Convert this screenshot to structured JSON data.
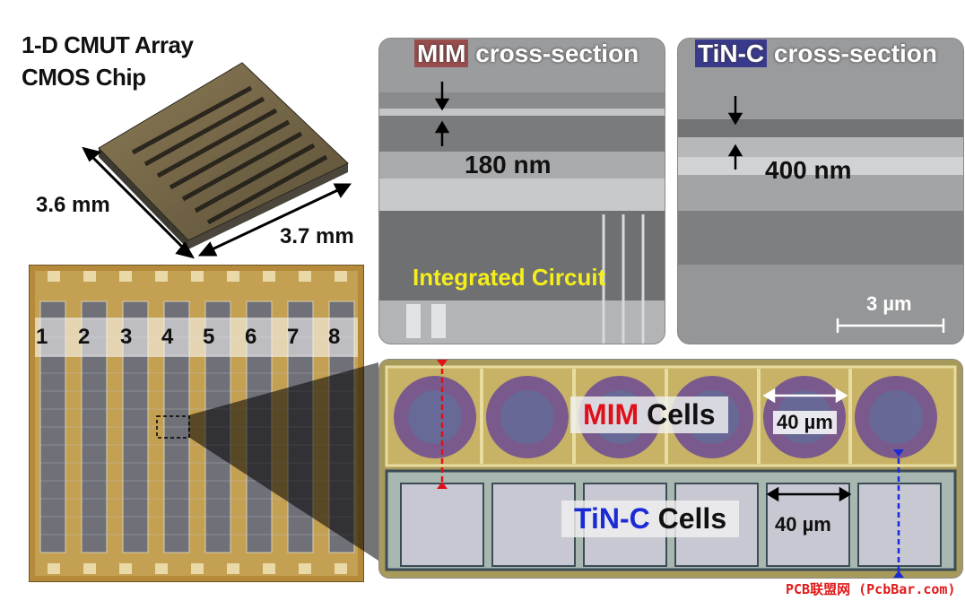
{
  "title_line1": "1-D CMUT Array",
  "title_line2": "CMOS Chip",
  "dim_width": "3.6 mm",
  "dim_length": "3.7 mm",
  "column_labels": [
    "1",
    "2",
    "3",
    "4",
    "5",
    "6",
    "7",
    "8"
  ],
  "sem_left": {
    "highlight": "MIM",
    "rest": " cross-section",
    "thickness": "180 nm",
    "ic_label": "Integrated Circuit"
  },
  "sem_right": {
    "highlight": "TiN-C",
    "rest": " cross-section",
    "thickness": "400 nm",
    "scale": "3 µm"
  },
  "cells": {
    "mim_highlight": "MIM",
    "mim_rest": " Cells",
    "tin_highlight": "TiN-C",
    "tin_rest": " Cells",
    "pitch_top": "40 µm",
    "pitch_bottom": "40 µm"
  },
  "watermark": "PCB联盟网 (PcbBar.com)",
  "colors": {
    "mim_red": "#e0101a",
    "tin_blue": "#1a2bd6",
    "gold": "#c9a24a"
  }
}
